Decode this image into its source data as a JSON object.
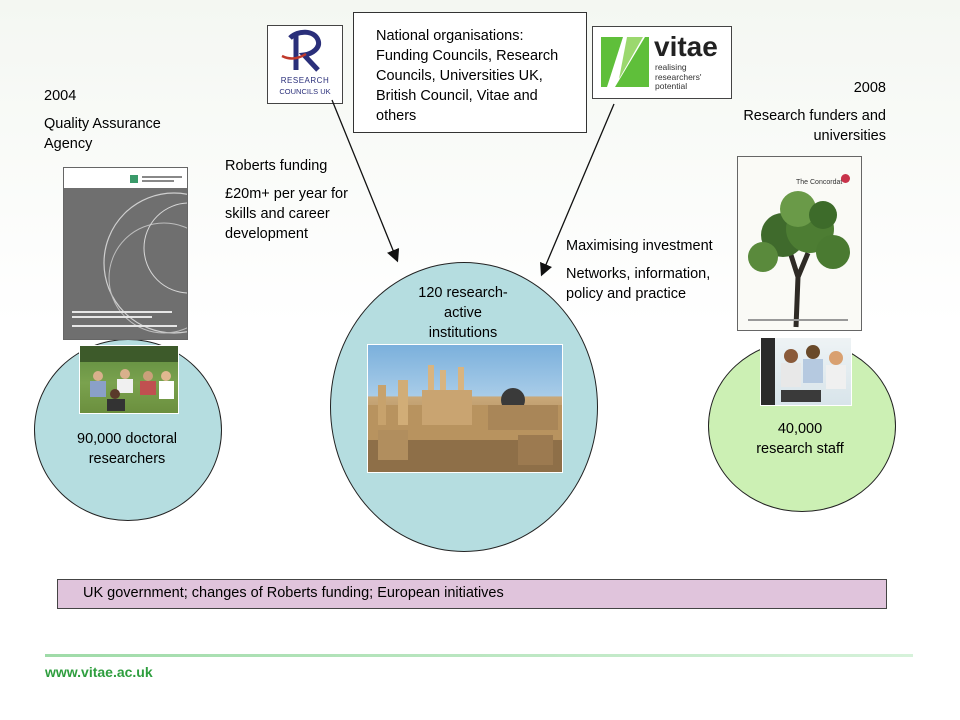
{
  "qaa": {
    "year": "2004",
    "org": "Quality Assurance Agency"
  },
  "funders": {
    "year": "2008",
    "org": "Research funders and universities"
  },
  "roberts": {
    "title": "Roberts funding",
    "detail": "£20m+ per year for skills and career development"
  },
  "national": {
    "text": "National organisations: Funding Councils, Research Councils, Universities UK, British Council, Vitae and others"
  },
  "maximising": {
    "title": "Maximising investment",
    "detail": "Networks, information, policy and practice"
  },
  "circles": {
    "doctoral": "90,000 doctoral researchers",
    "institutions": "120 research-active institutions",
    "staff": "40,000 research staff"
  },
  "bottom_bar": "UK government; changes of Roberts funding; European initiatives",
  "footer_url": "www.vitae.ac.uk",
  "logos": {
    "rcuk_line1": "RESEARCH",
    "rcuk_line2": "COUNCILS UK",
    "vitae_name": "vitae",
    "vitae_tagline1": "realising",
    "vitae_tagline2": "researchers'",
    "vitae_tagline3": "potential"
  },
  "concordat_title": "The Concordat",
  "colors": {
    "circle_blue": "#b5dde0",
    "circle_green": "#ccf0b4",
    "bar_pink": "#e0c4dc",
    "vitae_green": "#2e9e3e",
    "rcuk_blue": "#2a2f7a"
  }
}
